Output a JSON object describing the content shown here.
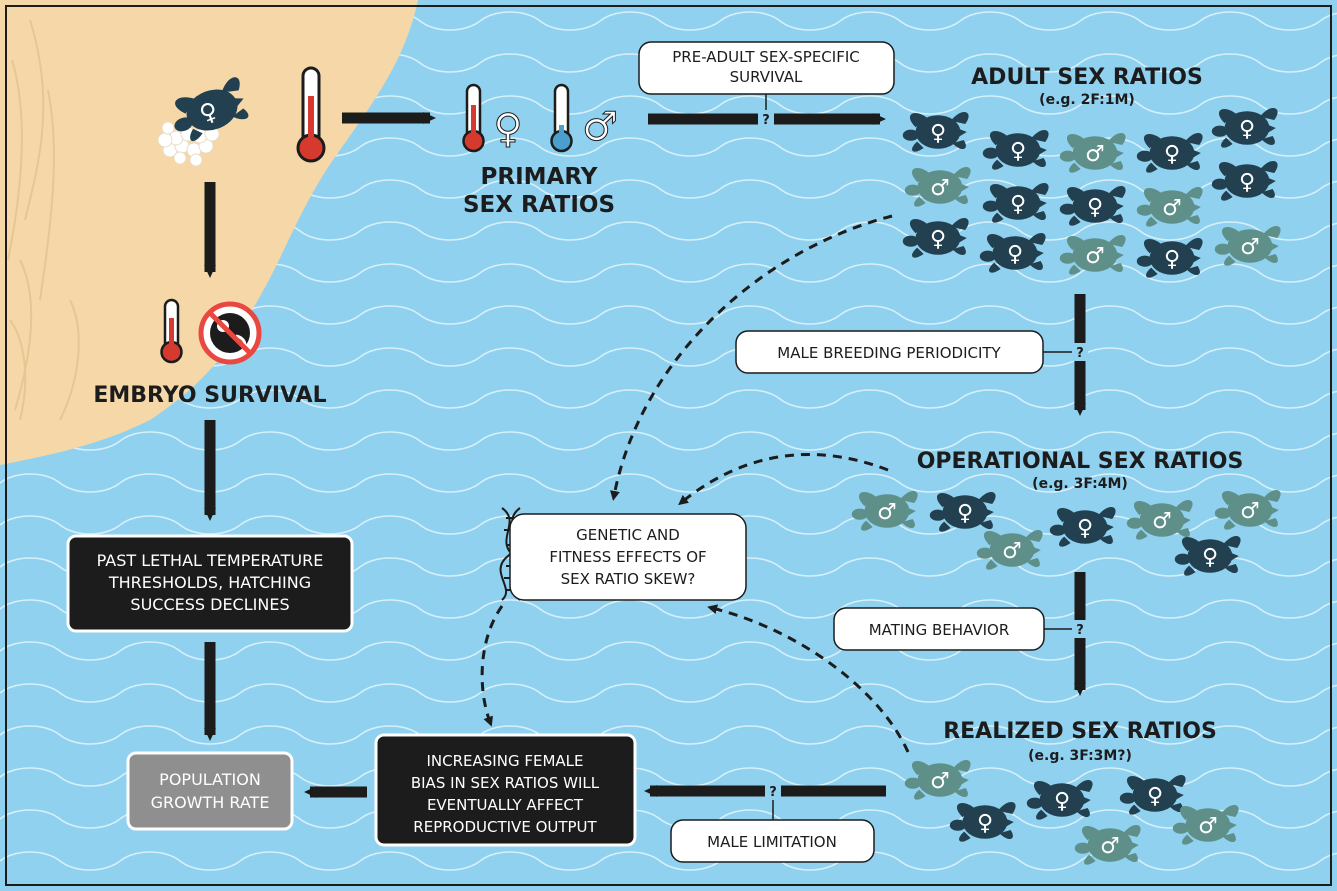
{
  "colors": {
    "ocean": "#8fd1ef",
    "sand": "#f6d8a8",
    "wave": "#d8f0fb",
    "dark": "#1c1c1c",
    "turtle_female": "#22404f",
    "turtle_male": "#5e8f89",
    "thermo_red": "#d63a2f",
    "thermo_blue": "#4a9fcf",
    "grey_box": "#8f8f8f",
    "forbid": "#e8483f"
  },
  "labels": {
    "primary_line1": "PRIMARY",
    "primary_line2": "SEX RATIOS",
    "embryo_survival": "EMBRYO SURVIVAL",
    "adult_title": "ADULT SEX RATIOS",
    "adult_sub": "(e.g. 2F:1M)",
    "operational_title": "OPERATIONAL SEX RATIOS",
    "operational_sub": "(e.g. 3F:4M)",
    "realized_title": "REALIZED SEX RATIOS",
    "realized_sub": "(e.g. 3F:3M?)",
    "question_mark": "?"
  },
  "boxes": {
    "pre_adult_line1": "PRE-ADULT SEX-SPECIFIC",
    "pre_adult_line2": "SURVIVAL",
    "male_breeding": "MALE BREEDING PERIODICITY",
    "mating_behavior": "MATING BEHAVIOR",
    "male_limitation": "MALE LIMITATION",
    "genetic_line1": "GENETIC AND",
    "genetic_line2": "FITNESS EFFECTS OF",
    "genetic_line3": "SEX RATIO SKEW?",
    "lethal_line1": "PAST LETHAL TEMPERATURE",
    "lethal_line2": "THRESHOLDS, HATCHING",
    "lethal_line3": "SUCCESS DECLINES",
    "female_bias_line1": "INCREASING FEMALE",
    "female_bias_line2": "BIAS IN SEX RATIOS WILL",
    "female_bias_line3": "EVENTUALLY  AFFECT",
    "female_bias_line4": "REPRODUCTIVE OUTPUT",
    "population_line1": "POPULATION",
    "population_line2": "GROWTH RATE"
  },
  "icons": {
    "female_symbol": "♀",
    "male_symbol": "♂"
  }
}
